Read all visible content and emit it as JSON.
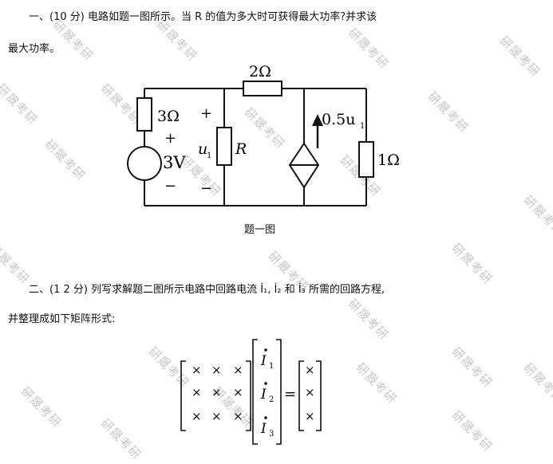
{
  "watermark": "研晟考研",
  "problem1": {
    "line1": "一、(10 分)   电路如题一图所示。当 R 的值为多大时可获得最大功率?并求该",
    "line2": "最大功率。",
    "figure": {
      "r_top": "2Ω",
      "r_left": "3Ω",
      "source_plus": "+",
      "source_value": "3V",
      "source_minus": "−",
      "u1_plus": "+",
      "u1_label": "u",
      "u1_sub": "1",
      "u1_minus": "−",
      "r_variable": "R",
      "dep_source_coef": "0.5u",
      "dep_source_sub": "1",
      "r_right": "1Ω"
    },
    "caption": "题一图"
  },
  "problem2": {
    "line1": "二、(1 2 分)   列写求解题二图所示电路中回路电流 İ₁, İ₂ 和 İ₃ 所需的回路方程,",
    "line2": "并整理成如下矩阵形式:",
    "matrix": {
      "cell": "×",
      "vector_labels": [
        "İ1",
        "İ2",
        "İ3"
      ],
      "i_letter": "I",
      "subs": [
        "1",
        "2",
        "3"
      ],
      "equals": "="
    }
  }
}
